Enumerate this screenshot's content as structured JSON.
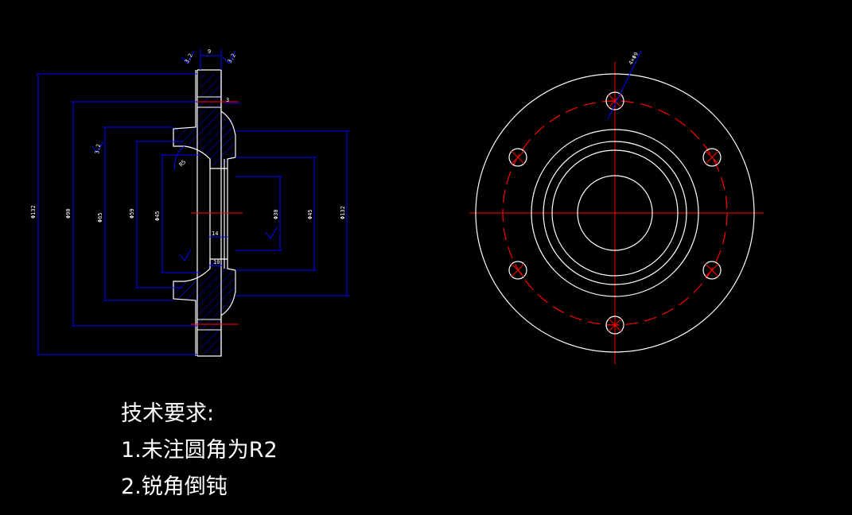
{
  "drawing": {
    "colors": {
      "background": "#000000",
      "outline": "#ffffff",
      "dimension": "#0000ff",
      "centerline": "#ff0000",
      "hatch": "#0000ff"
    },
    "section_view": {
      "dimensions": {
        "overall_diameter": "Φ132",
        "bolt_circle": "Φ90",
        "mid_diameter": "Φ65",
        "boss_diameter": "Φ59",
        "inner_diameter": "Φ45",
        "bore_diameter": "Φ30",
        "hub_diameter": "Φ45",
        "right_overall": "Φ132",
        "flange_thickness": "9",
        "top_value": "3",
        "groove_width": "14",
        "small_width": "10",
        "chamfer": "R5",
        "surface_finish_left": "3.2",
        "surface_finish_right": "3.2",
        "surface_finish_small": "3.2"
      }
    },
    "plan_view": {
      "hole_callout": "4×Φ9"
    }
  },
  "notes": {
    "title": "技术要求:",
    "items": [
      "1.未注圆角为R2",
      "2.锐角倒钝"
    ]
  }
}
